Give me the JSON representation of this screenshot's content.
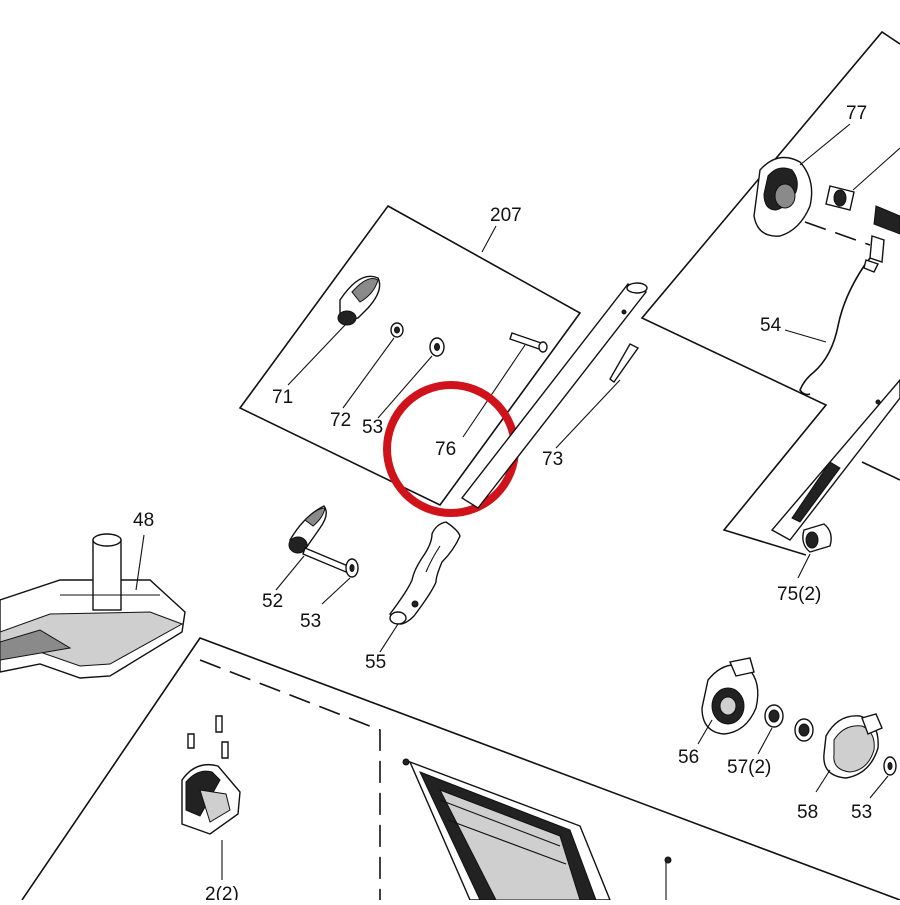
{
  "labels": {
    "l207": "207",
    "l71": "71",
    "l72": "72",
    "l53a": "53",
    "l76": "76",
    "l73": "73",
    "l77": "77",
    "l54": "54",
    "l75": "75(2)",
    "l48": "48",
    "l52": "52",
    "l53b": "53",
    "l55": "55",
    "l56": "56",
    "l57": "57(2)",
    "l58": "58",
    "l53c": "53",
    "l2": "2(2)"
  },
  "highlight": {
    "color": "#d0121b",
    "target_label": "76"
  },
  "colors": {
    "line": "#111111",
    "background": "#ffffff",
    "part_shading": "#8a8a8a"
  }
}
